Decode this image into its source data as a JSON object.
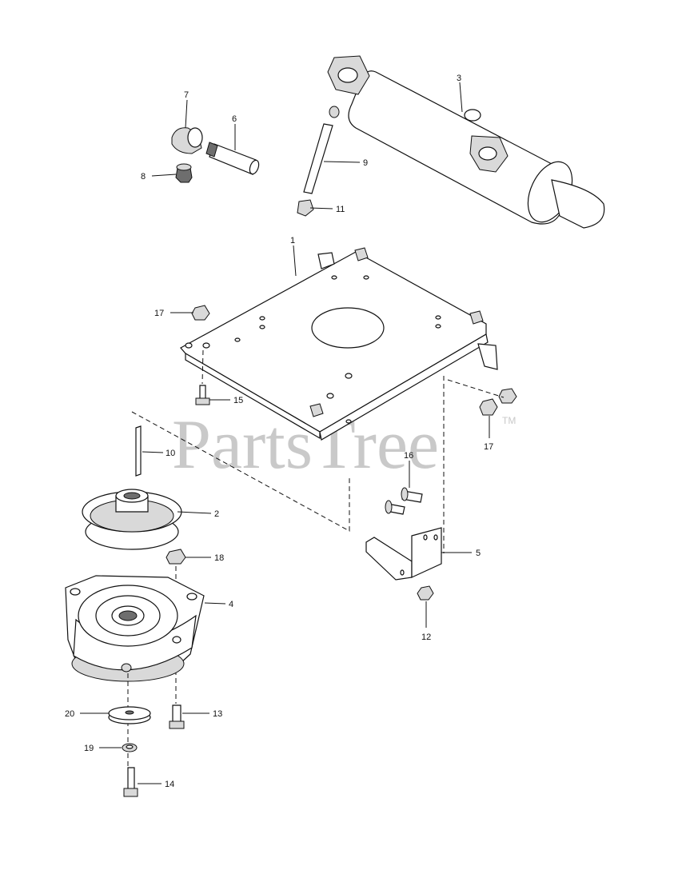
{
  "watermark": {
    "text": "PartsTree",
    "trademark": "TM"
  },
  "callouts": {
    "c1": "1",
    "c2": "2",
    "c3": "3",
    "c4": "4",
    "c5": "5",
    "c6": "6",
    "c7": "7",
    "c8": "8",
    "c9": "9",
    "c10": "10",
    "c11": "11",
    "c12": "12",
    "c13": "13",
    "c14": "14",
    "c15": "15",
    "c16": "16",
    "c17a": "17",
    "c17b": "17",
    "c18": "18",
    "c19": "19",
    "c20": "20"
  }
}
